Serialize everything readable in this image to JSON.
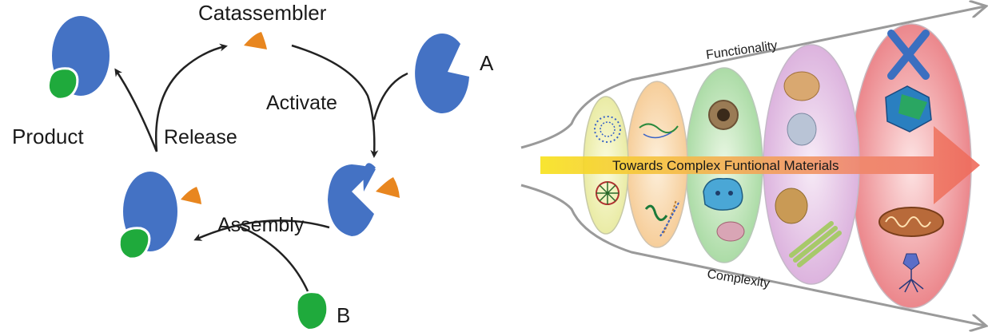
{
  "left_panel": {
    "catassembler": "Catassembler",
    "activate": "Activate",
    "release": "Release",
    "assembly": "Assembly",
    "product": "Product",
    "label_a": "A",
    "label_b": "B"
  },
  "right_panel": {
    "functionality": "Functionality",
    "complexity": "Complexity",
    "arrow_label": "Towards Complex Funtional Materials"
  },
  "colors": {
    "blue": "#4472c4",
    "green": "#1faa3c",
    "orange": "#e8861f",
    "arrow": "#222222",
    "funnel": "#9a9a9a"
  }
}
